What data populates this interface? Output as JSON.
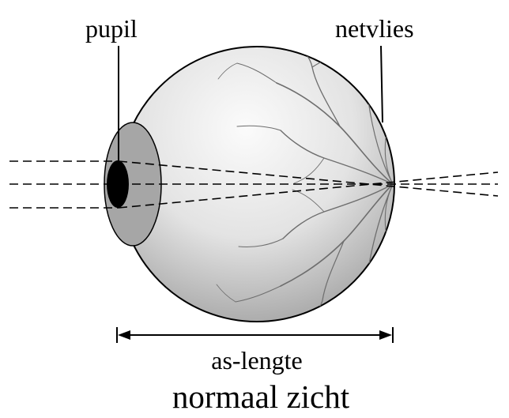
{
  "labels": {
    "pupil": "pupil",
    "retina": "netvlies",
    "axial_length": "as-lengte",
    "caption": "normaal zicht"
  },
  "colors": {
    "eyeball_light": "#fbfbfb",
    "eyeball_mid": "#e3e3e3",
    "eyeball_dark": "#a9a9a9",
    "iris": "#a6a6a6",
    "pupil": "#000000",
    "outline": "#000000",
    "vessels": "#6e6e6e"
  }
}
